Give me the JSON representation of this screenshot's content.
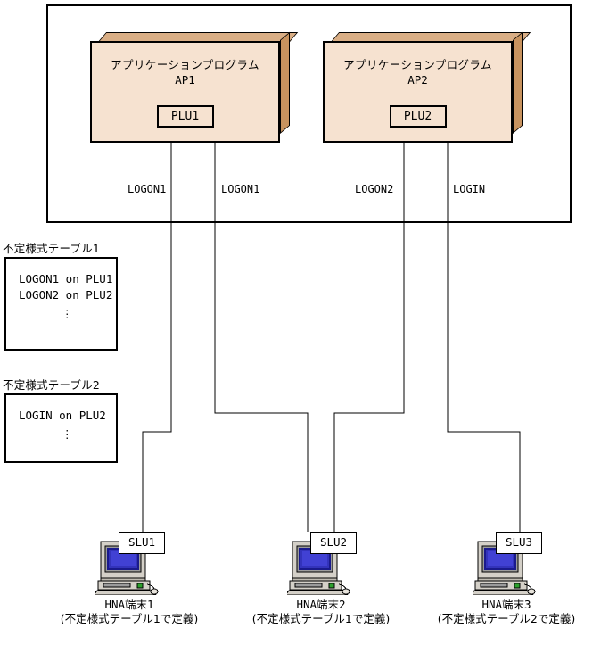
{
  "diagram": {
    "title": "HNA terminal logon routing diagram"
  },
  "applications": [
    {
      "id": "ap1",
      "title": "アプリケーションプログラム",
      "name": "AP1",
      "plu": "PLU1"
    },
    {
      "id": "ap2",
      "title": "アプリケーションプログラム",
      "name": "AP2",
      "plu": "PLU2"
    }
  ],
  "flows": [
    {
      "label": "LOGON1"
    },
    {
      "label": "LOGON1"
    },
    {
      "label": "LOGON2"
    },
    {
      "label": "LOGIN"
    }
  ],
  "tables": [
    {
      "caption": "不定様式テーブル1",
      "entries": [
        "LOGON1 on PLU1",
        "LOGON2 on PLU2"
      ],
      "dots": [
        "⋮"
      ]
    },
    {
      "caption": "不定様式テーブル2",
      "entries": [
        "LOGIN on PLU2"
      ],
      "dots": [
        "⋮"
      ]
    }
  ],
  "terminals": [
    {
      "slu": "SLU1",
      "name": "HNA端末1",
      "defined_by": "(不定様式テーブル1で定義)"
    },
    {
      "slu": "SLU2",
      "name": "HNA端末2",
      "defined_by": "(不定様式テーブル1で定義)"
    },
    {
      "slu": "SLU3",
      "name": "HNA端末3",
      "defined_by": "(不定様式テーブル2で定義)"
    }
  ],
  "colors": {
    "box_face": "#f6e2d0",
    "box_top": "#d9ae85",
    "box_side": "#c8935f",
    "line": "#000000",
    "screen_dark": "#1a1a8c",
    "screen_light": "#4141d4",
    "case": "#d4d0c8"
  }
}
